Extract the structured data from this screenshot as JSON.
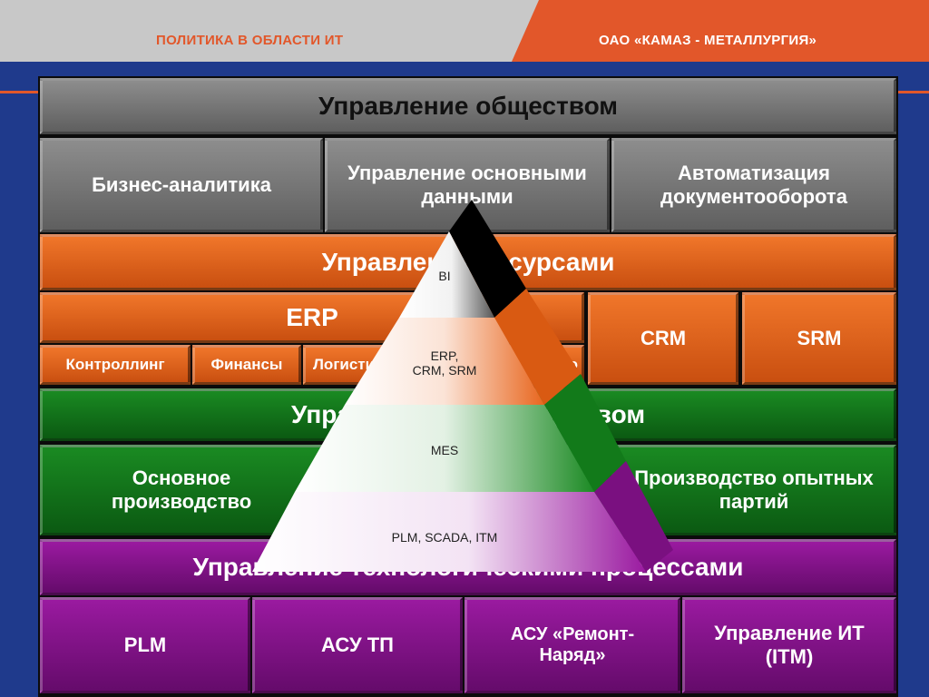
{
  "header": {
    "left_title": "ПОЛИТИКА В ОБЛАСТИ ИТ",
    "right_title": "ОАО «КАМАЗ - МЕТАЛЛУРГИЯ»"
  },
  "colors": {
    "accent": "#e2572a",
    "background": "#1f3a8c",
    "gray": "#7a7a7a",
    "orange": "#e8661e",
    "green": "#127a1a",
    "purple": "#8a1590",
    "black": "#000000"
  },
  "rows": {
    "society": {
      "title": "Управление обществом",
      "items": [
        "Бизнес-аналитика",
        "Управление основными данными",
        "Автоматизация документооборота"
      ]
    },
    "resources": {
      "title": "Управление ресурсами",
      "erp": "ERP",
      "erp_modules": [
        "Контроллинг",
        "Финансы",
        "Логистика",
        "Кадро"
      ],
      "crm": "CRM",
      "srm": "SRM"
    },
    "production": {
      "title": "Управление производством",
      "items": [
        "Основное производство",
        "Производство опытных партий"
      ]
    },
    "tech": {
      "title": "Управление технологическими процессами",
      "items": [
        "PLM",
        "АСУ ТП",
        "АСУ «Ремонт-Наряд»",
        "Управление ИТ (ITM)"
      ]
    }
  },
  "pyramid": {
    "levels": [
      "BI",
      "ERP, CRM, SRM",
      "MES",
      "PLM, SCADA, ITM"
    ]
  }
}
